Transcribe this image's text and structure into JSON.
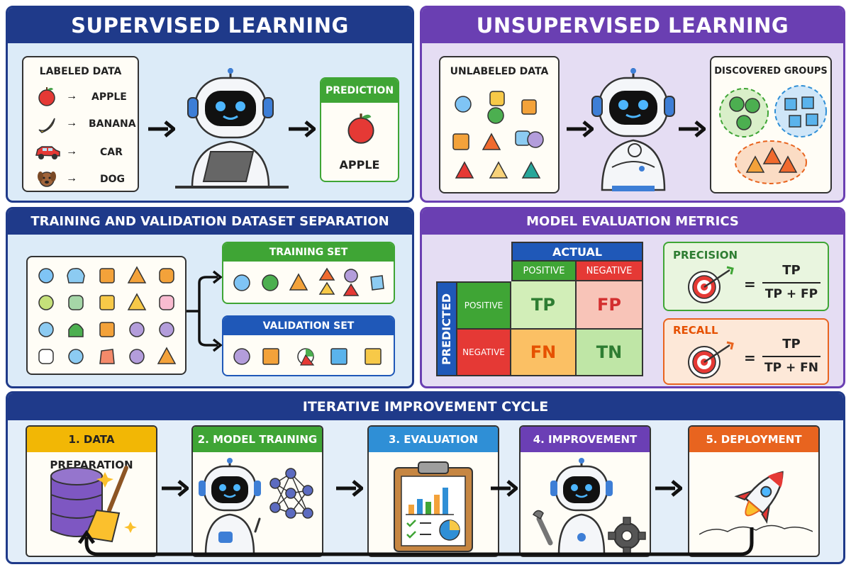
{
  "supervised": {
    "title": "SUPERVISED LEARNING",
    "labeled_title": "LABELED DATA",
    "items": [
      {
        "icon": "apple-icon",
        "label": "APPLE"
      },
      {
        "icon": "banana-icon",
        "label": "BANANA"
      },
      {
        "icon": "car-icon",
        "label": "CAR"
      },
      {
        "icon": "dog-icon",
        "label": "DOG"
      }
    ],
    "prediction_title": "PREDICTION",
    "prediction_label": "APPLE"
  },
  "unsupervised": {
    "title": "UNSUPERVISED LEARNING",
    "unlabeled_title": "UNLABELED DATA",
    "groups_title": "DISCOVERED GROUPS"
  },
  "dataset": {
    "title": "TRAINING AND VALIDATION DATASET SEPARATION",
    "training_title": "TRAINING SET",
    "validation_title": "VALIDATION SET"
  },
  "metrics": {
    "title": "MODEL EVALUATION METRICS",
    "actual": "ACTUAL",
    "predicted": "PREDICTED",
    "positive": "POSITIVE",
    "negative": "NEGATIVE",
    "tp": "TP",
    "fp": "FP",
    "fn": "FN",
    "tn": "TN",
    "precision_title": "PRECISION",
    "precision_num": "TP",
    "precision_den": "TP + FP",
    "recall_title": "RECALL",
    "recall_num": "TP",
    "recall_den": "TP + FN",
    "equals": "="
  },
  "cycle": {
    "title": "ITERATIVE IMPROVEMENT CYCLE",
    "steps": [
      {
        "label": "1. DATA PREPARATION",
        "color": "#f2b705"
      },
      {
        "label": "2. MODEL TRAINING",
        "color": "#3fa535"
      },
      {
        "label": "3. EVALUATION",
        "color": "#2f8fd6"
      },
      {
        "label": "4. IMPROVEMENT",
        "color": "#6b3fb5"
      },
      {
        "label": "5. DEPLOYMENT",
        "color": "#e8641f"
      }
    ]
  },
  "colors": {
    "navy": "#1f3a8a",
    "purple": "#6a3fb2",
    "blue_bg": "#dcebf8",
    "purple_bg": "#e5ddf3"
  }
}
